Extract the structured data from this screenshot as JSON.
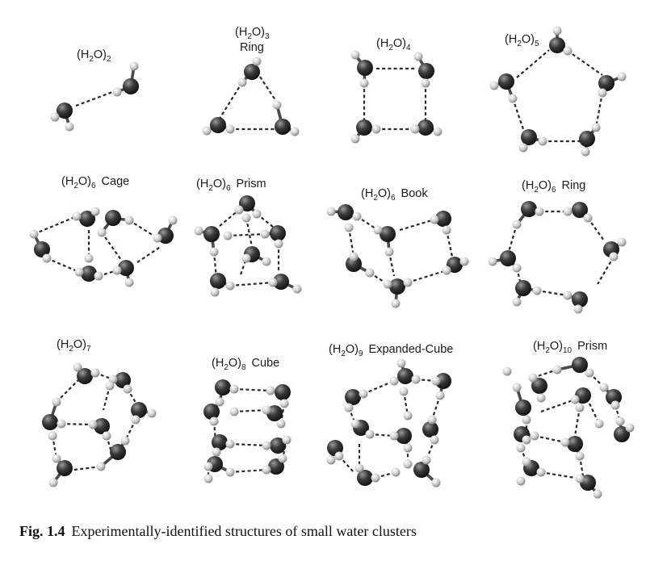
{
  "clusters": [
    {
      "id": "w2",
      "base": "(H",
      "sub_h": "2",
      "mid": "O)",
      "sub_n": "2",
      "label": ""
    },
    {
      "id": "w3",
      "base": "(H",
      "sub_h": "2",
      "mid": "O)",
      "sub_n": "3",
      "label": "Ring"
    },
    {
      "id": "w4",
      "base": "(H",
      "sub_h": "2",
      "mid": "O)",
      "sub_n": "4",
      "label": ""
    },
    {
      "id": "w5",
      "base": "(H",
      "sub_h": "2",
      "mid": "O)",
      "sub_n": "5",
      "label": ""
    },
    {
      "id": "w6cage",
      "base": "(H",
      "sub_h": "2",
      "mid": "O)",
      "sub_n": "6",
      "label": "Cage"
    },
    {
      "id": "w6prism",
      "base": "(H",
      "sub_h": "2",
      "mid": "O)",
      "sub_n": "6",
      "label": "Prism"
    },
    {
      "id": "w6book",
      "base": "(H",
      "sub_h": "2",
      "mid": "O)",
      "sub_n": "6",
      "label": "Book"
    },
    {
      "id": "w6ring",
      "base": "(H",
      "sub_h": "2",
      "mid": "O)",
      "sub_n": "6",
      "label": "Ring"
    },
    {
      "id": "w7",
      "base": "(H",
      "sub_h": "2",
      "mid": "O)",
      "sub_n": "7",
      "label": ""
    },
    {
      "id": "w8cube",
      "base": "(H",
      "sub_h": "2",
      "mid": "O)",
      "sub_n": "8",
      "label": "Cube"
    },
    {
      "id": "w9",
      "base": "(H",
      "sub_h": "2",
      "mid": "O)",
      "sub_n": "9",
      "label": "Expanded-Cube"
    },
    {
      "id": "w10",
      "base": "(H",
      "sub_h": "2",
      "mid": "O)",
      "sub_n": "10",
      "label": "Prism"
    }
  ],
  "caption": {
    "number": "Fig. 1.4",
    "text": "Experimentally-identified structures of small water clusters"
  },
  "colors": {
    "oxygen": "#2e2e2e",
    "hydrogen": "#bdbdbd",
    "hydrogen_bond": "#2b2b2b",
    "background": "#ffffff"
  }
}
